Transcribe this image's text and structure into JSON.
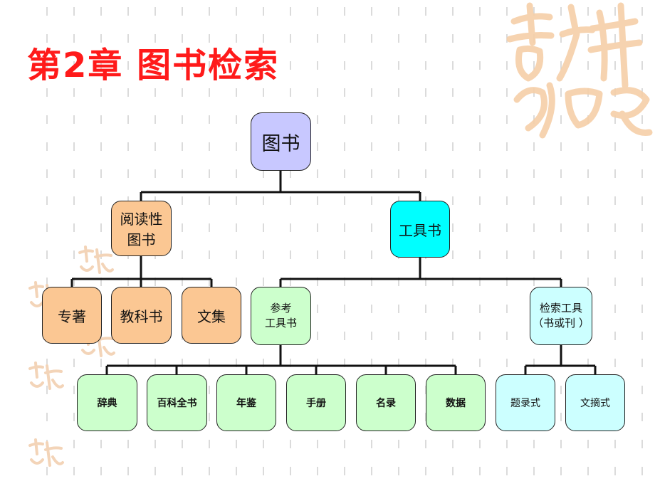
{
  "slide": {
    "title": "第2章  图书检索",
    "colors": {
      "title": "#ff1a1a",
      "root": "#c8c8ff",
      "reading_books": "#fbc793",
      "tool_books": "#00ffff",
      "reference_leaves": "#ccffcc",
      "retrieval_leaves": "#ccffff"
    }
  },
  "diagram": {
    "root": "图书",
    "reading": "阅读性\n图书",
    "tools": "工具书",
    "monograph": "专著",
    "textbook": "教科书",
    "collection": "文集",
    "reference": "参考\n工具书",
    "retrieval": "检索工具\n（书或刊 ）",
    "dictionary": "辞典",
    "encyclopedia": "百科全书",
    "yearbook": "年鉴",
    "handbook": "手册",
    "directory": "名录",
    "data": "数据",
    "title_type": "题录式",
    "abstract_type": "文摘式"
  }
}
